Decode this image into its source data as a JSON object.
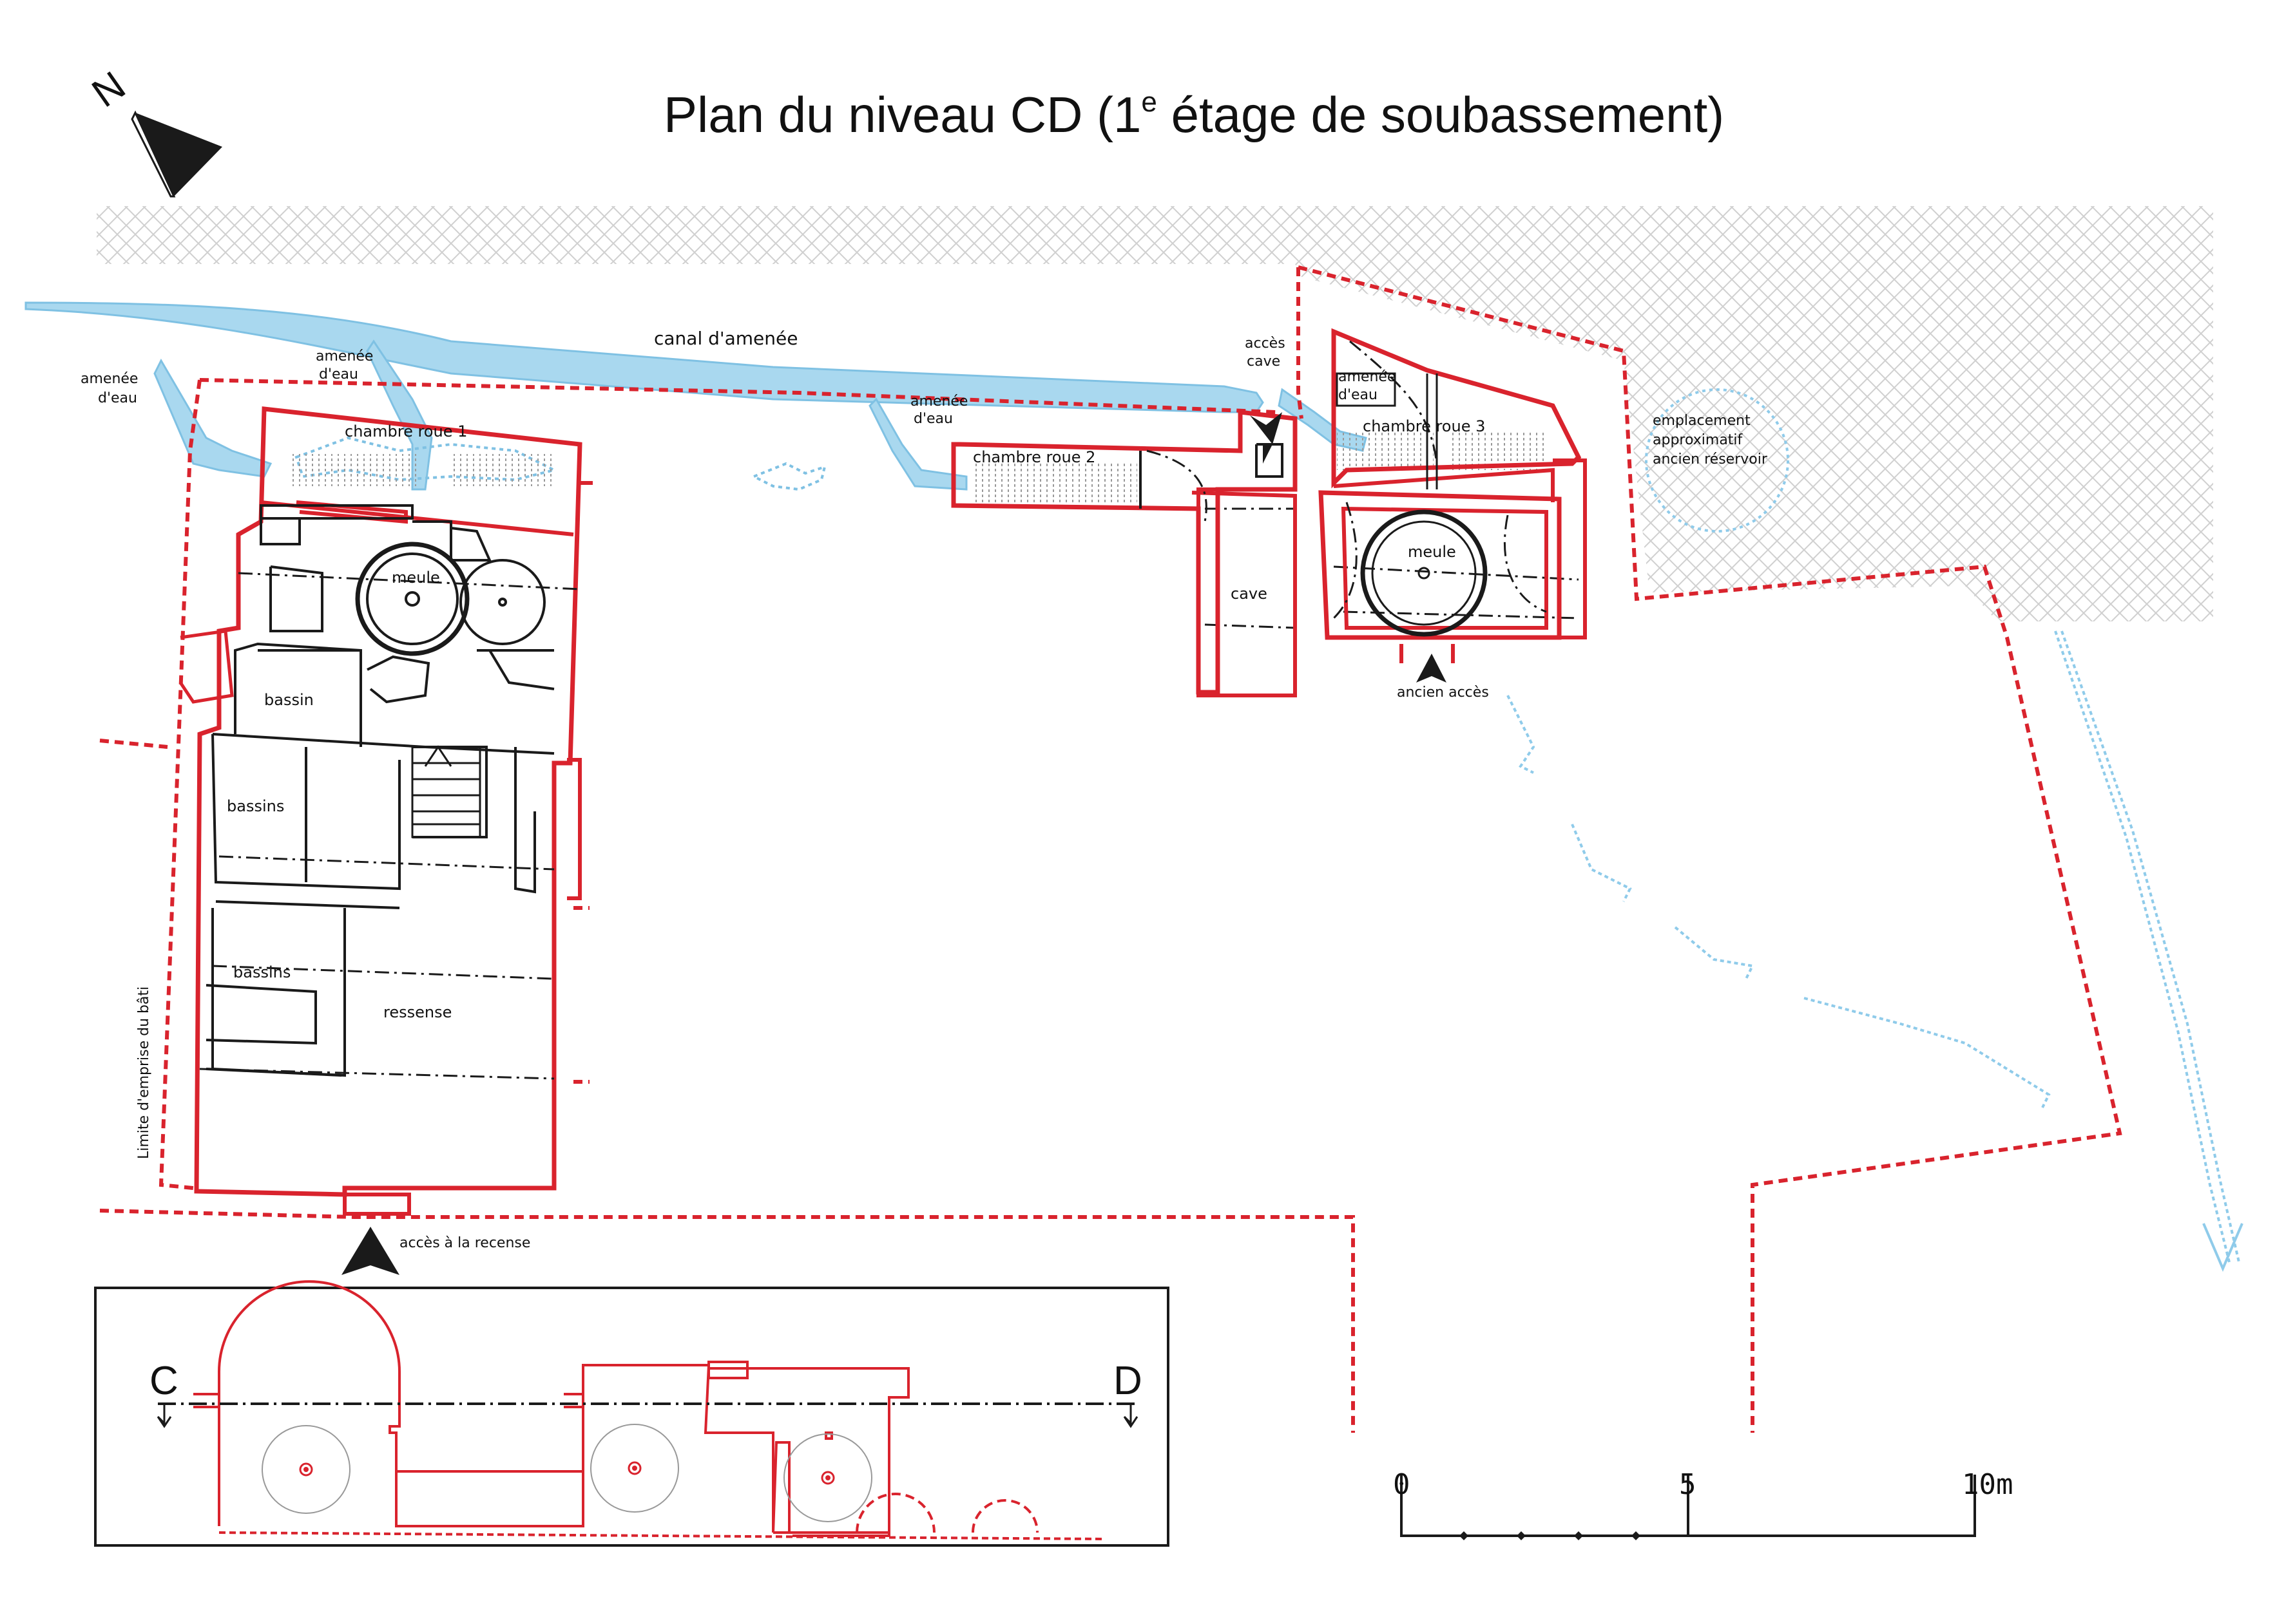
{
  "title": {
    "main": "Plan du niveau CD (1",
    "sup": "e",
    "rest": " étage de soubassement)"
  },
  "north": {
    "letter": "N"
  },
  "labels": {
    "canal": "canal d'amenée",
    "amenee_1a": "amenée",
    "amenee_1b": "d'eau",
    "amenee_2a": "amenée",
    "amenee_2b": "d'eau",
    "amenee_3a": "amenée",
    "amenee_3b": "d'eau",
    "amenee_4a": "amenée",
    "amenee_4b": "d'eau",
    "acces_cave_a": "accès",
    "acces_cave_b": "cave",
    "chambre_roue_1": "chambre roue 1",
    "chambre_roue_2": "chambre roue 2",
    "chambre_roue_3": "chambre roue 3",
    "meule_1": "meule",
    "meule_2": "meule",
    "cave": "cave",
    "bassin": "bassin",
    "bassins_1": "bassins",
    "bassins_2": "bassins",
    "ressense": "ressense",
    "acces_recense": "accès à la recense",
    "ancien_acces": "ancien accès",
    "limite": "Limite d'emprise du bâti",
    "reservoir_a": "emplacement",
    "reservoir_b": "approximatif",
    "reservoir_c": "ancien réservoir"
  },
  "section": {
    "left": "C",
    "right": "D"
  },
  "scale": {
    "ticks": [
      "0",
      "5",
      "10m"
    ]
  },
  "colors": {
    "red": "#d9232d",
    "water": "#a9d8ef",
    "water_stroke": "#7fc1e3",
    "ink": "#1a1a1a",
    "hatch": "#d0d0d0"
  }
}
